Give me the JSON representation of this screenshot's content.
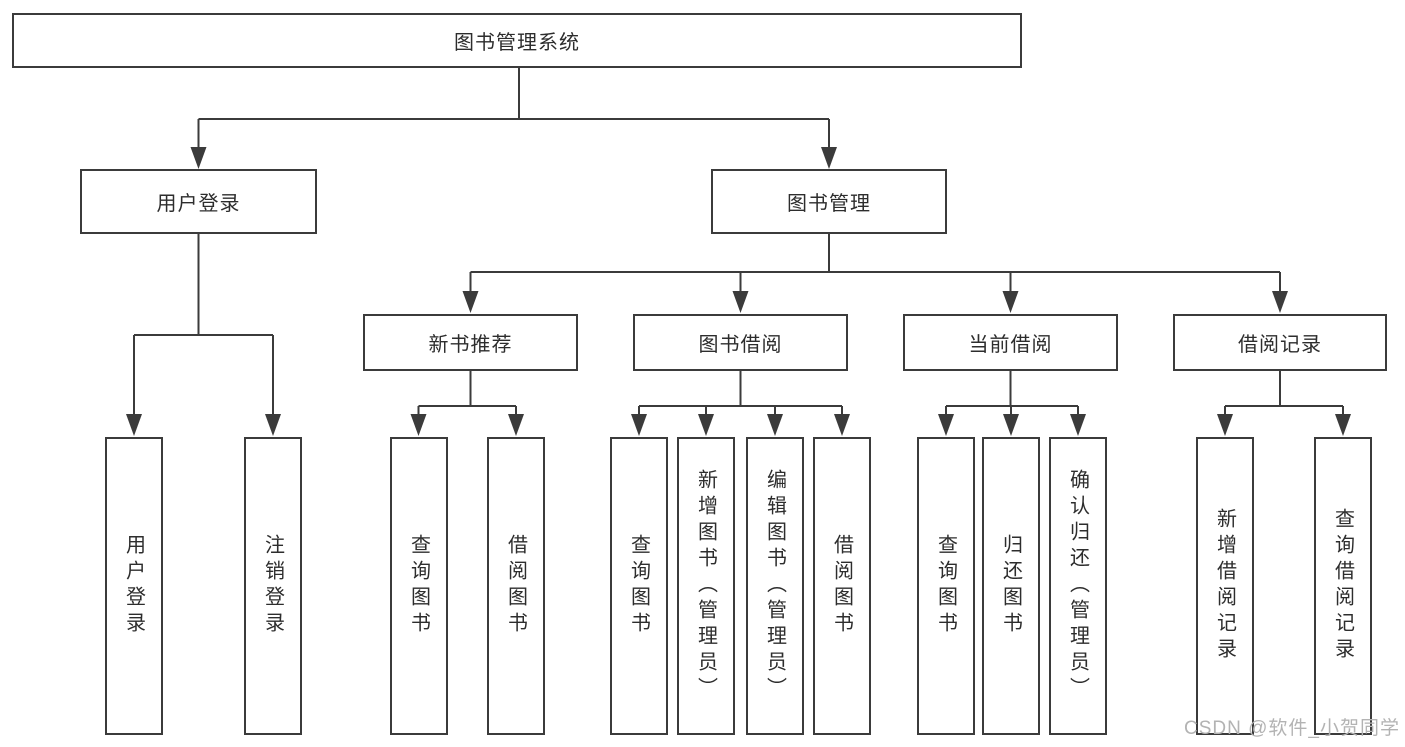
{
  "palette": {
    "line": "#3b3b3b",
    "text": "#2d2d2d",
    "bg": "#ffffff",
    "watermark": "#b3b3b3"
  },
  "diagram": {
    "root": {
      "label": "图书管理系统"
    },
    "level2": [
      {
        "label": "用户登录"
      },
      {
        "label": "图书管理"
      }
    ],
    "level3": [
      {
        "label": "新书推荐"
      },
      {
        "label": "图书借阅"
      },
      {
        "label": "当前借阅"
      },
      {
        "label": "借阅记录"
      }
    ],
    "leaves": {
      "user_login": [
        {
          "label": "用户登录"
        },
        {
          "label": "注销登录"
        }
      ],
      "new_book_recommendation": [
        {
          "label": "查询图书"
        },
        {
          "label": "借阅图书"
        }
      ],
      "book_borrowing": [
        {
          "label": "查询图书"
        },
        {
          "label": "新增图书（管理员）"
        },
        {
          "label": "编辑图书（管理员）"
        },
        {
          "label": "借阅图书"
        }
      ],
      "current_borrowing": [
        {
          "label": "查询图书"
        },
        {
          "label": "归还图书"
        },
        {
          "label": "确认归还（管理员）"
        }
      ],
      "borrowing_records": [
        {
          "label": "新增借阅记录"
        },
        {
          "label": "查询借阅记录"
        }
      ]
    }
  },
  "watermark": {
    "text": "CSDN @软件_小贺同学"
  }
}
